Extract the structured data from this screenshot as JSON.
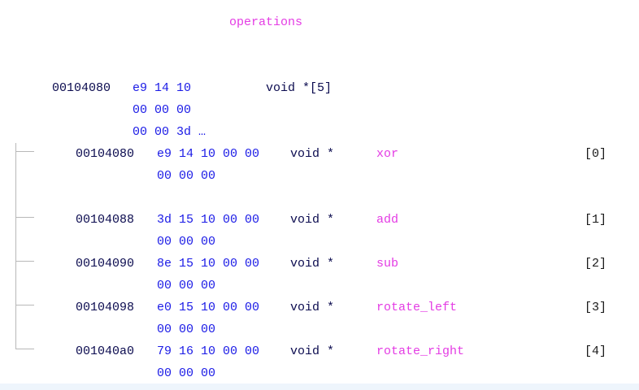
{
  "title": "operations",
  "array": {
    "address": "00104080",
    "bytes": [
      "e9 14 10",
      "00 00 00",
      "00 00 3d …"
    ],
    "type": "void *[5]"
  },
  "elements": [
    {
      "address": "00104080",
      "bytes1": "e9 14 10 00 00",
      "bytes2": "00 00 00",
      "type": "void *",
      "label": "xor",
      "index": "[0]"
    },
    {
      "address": "00104088",
      "bytes1": "3d 15 10 00 00",
      "bytes2": "00 00 00",
      "type": "void *",
      "label": "add",
      "index": "[1]"
    },
    {
      "address": "00104090",
      "bytes1": "8e 15 10 00 00",
      "bytes2": "00 00 00",
      "type": "void *",
      "label": "sub",
      "index": "[2]"
    },
    {
      "address": "00104098",
      "bytes1": "e0 15 10 00 00",
      "bytes2": "00 00 00",
      "type": "void *",
      "label": "rotate_left",
      "index": "[3]"
    },
    {
      "address": "001040a0",
      "bytes1": "79 16 10 00 00",
      "bytes2": "00 00 00",
      "type": "void *",
      "label": "rotate_right",
      "index": "[4]"
    }
  ],
  "colors": {
    "label": "#e43ce4",
    "hex": "#1a1ae6",
    "address": "#0b0b4f"
  }
}
